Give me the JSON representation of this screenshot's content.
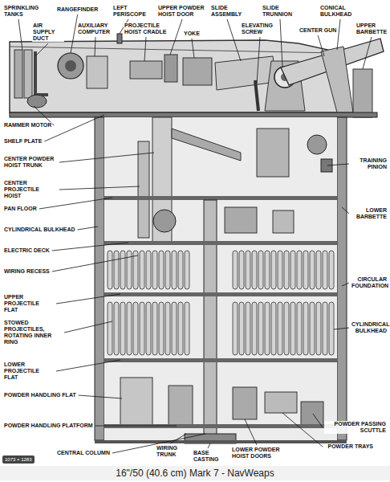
{
  "diagram": {
    "caption": "16\"/50 (40.6 cm) Mark 7 - NavWeaps",
    "labels": [
      "SPRINKLING TANKS",
      "AIR SUPPLY DUCT",
      "RANGEFINDER",
      "AUXILIARY COMPUTER",
      "LEFT PERISCOPE",
      "PROJECTILE HOIST CRADLE",
      "UPPER POWDER HOIST DOOR",
      "YOKE",
      "SLIDE ASSEMBLY",
      "ELEVATING SCREW",
      "SLIDE TRUNNION",
      "CONICAL BULKHEAD",
      "CENTER GUN",
      "UPPER BARBETTE",
      "RAMMER MOTOR",
      "SHELF PLATE",
      "CENTER POWDER HOIST TRUNK",
      "CENTER PROJECTILE HOIST",
      "PAN FLOOR",
      "CYLINDRICAL BULKHEAD",
      "ELECTRIC DECK",
      "WIRING RECESS",
      "UPPER PROJECTILE FLAT",
      "STOWED PROJECTILES, ROTATING INNER RING",
      "LOWER PROJECTILE FLAT",
      "POWDER HANDLING FLAT",
      "POWDER HANDLING PLATFORM",
      "CENTRAL COLUMN",
      "TRAINING PINION",
      "LOWER BARBETTE",
      "CIRCULAR FOUNDATION",
      "CYLINDRICAL BULKHEAD",
      "WIRING TRUNK",
      "BASE CASTING",
      "LOWER POWDER HOIST DOORS",
      "POWDER PASSING SCUTTLE",
      "POWDER TRAYS",
      "1073 × 1283"
    ]
  }
}
